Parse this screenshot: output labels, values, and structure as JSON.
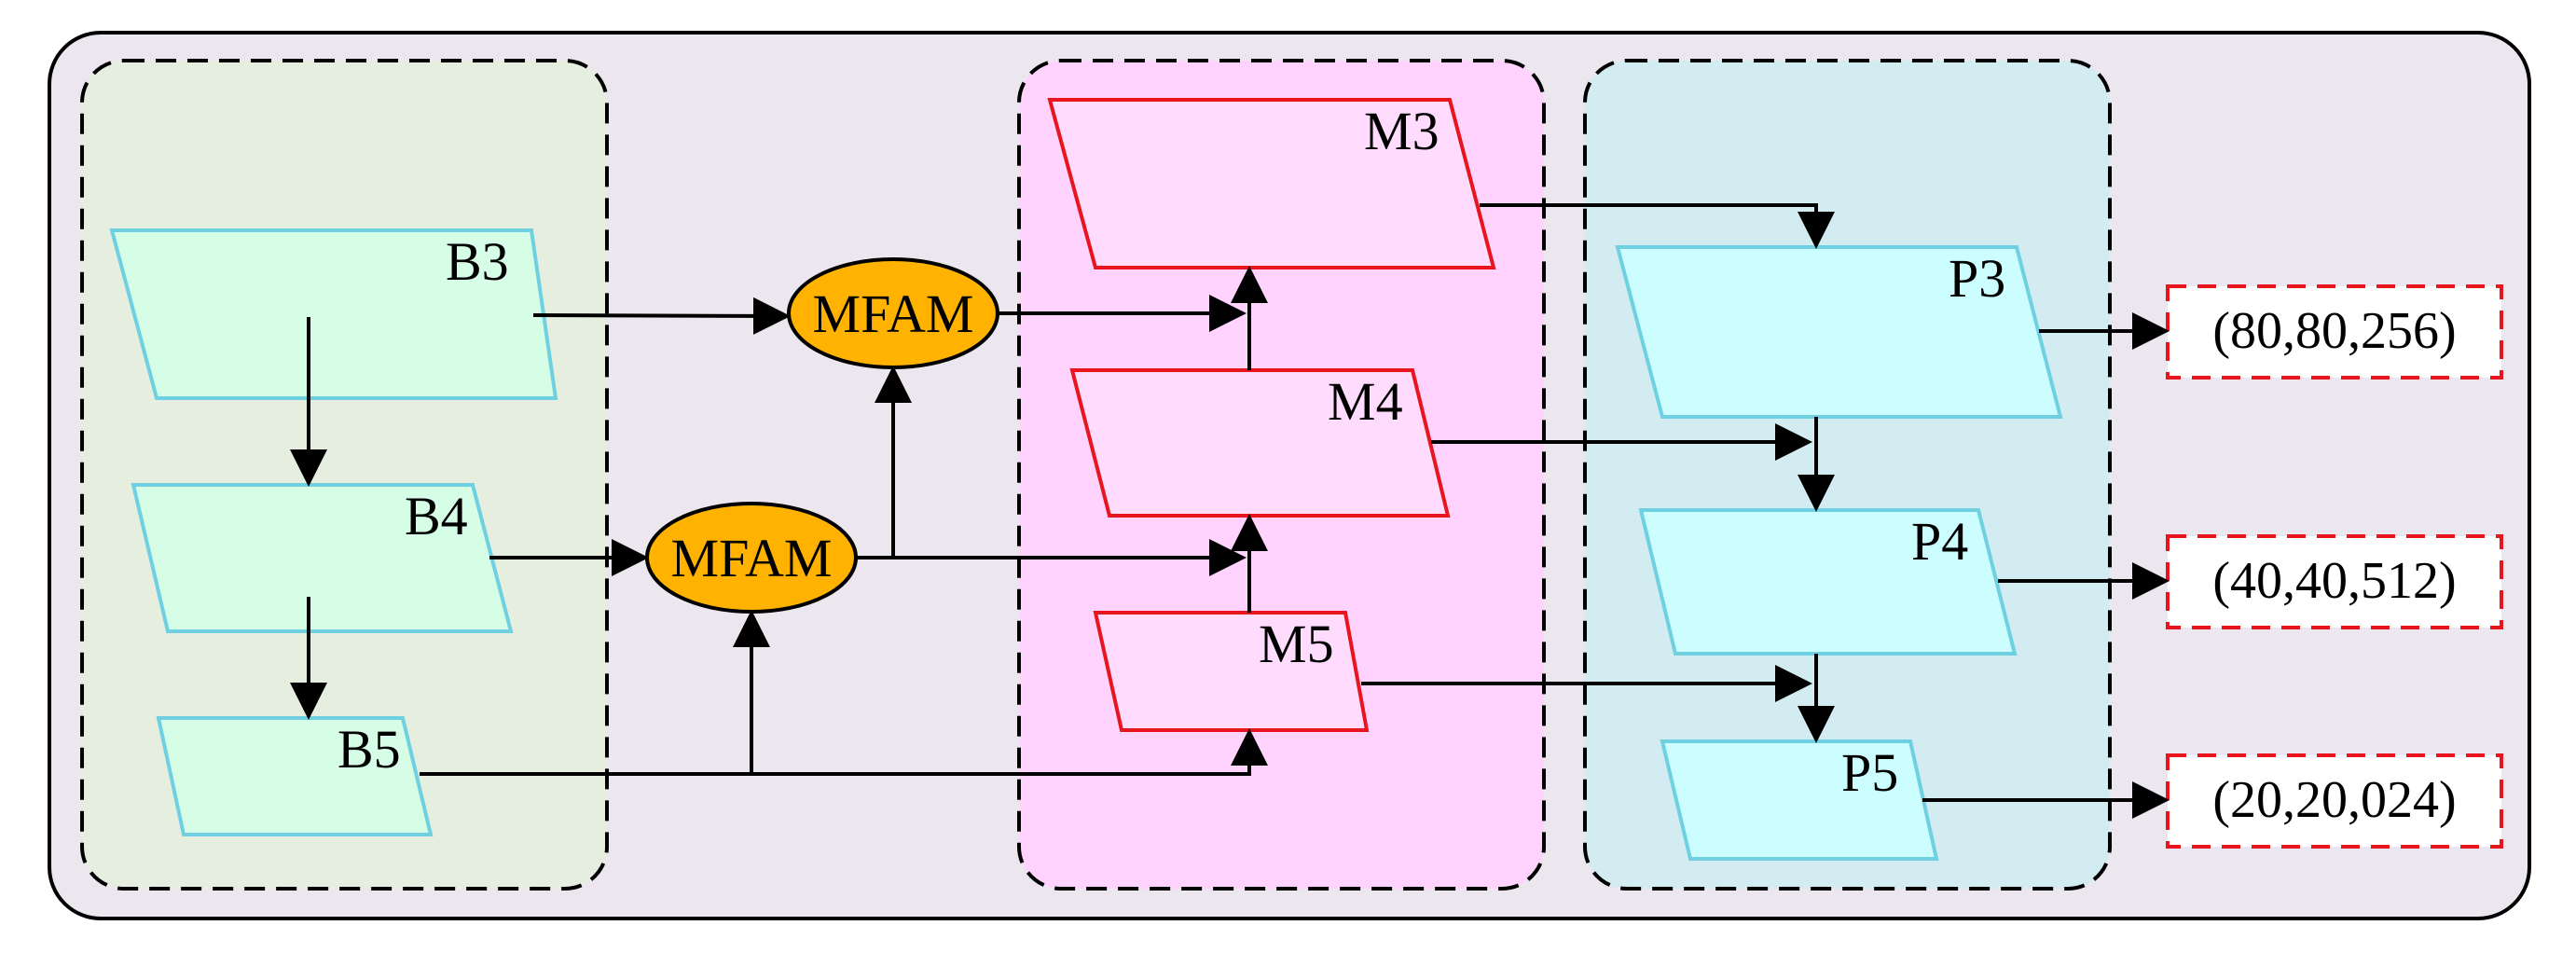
{
  "colors": {
    "outer_bg": "#ece6ee",
    "backbone_group_bg": "#e6efdf",
    "middle_group_bg": "#ffd3fd",
    "output_group_bg": "#d2ecf1",
    "b_node_fill": "#d6fde6",
    "b_node_stroke": "#6fd0e2",
    "m_node_fill": "#ffdcfe",
    "m_node_stroke": "#e8141e",
    "p_node_fill": "#ccfdff",
    "p_node_stroke": "#6fd0e2",
    "mfam_fill": "#ffb300",
    "output_stroke": "#e8141e",
    "arrow": "#000000"
  },
  "nodes": {
    "b3": "B3",
    "b4": "B4",
    "b5": "B5",
    "m3": "M3",
    "m4": "M4",
    "m5": "M5",
    "p3": "P3",
    "p4": "P4",
    "p5": "P5",
    "mfam_top": "MFAM",
    "mfam_bottom": "MFAM"
  },
  "outputs": {
    "out3": "(80,80,256)",
    "out4": "(40,40,512)",
    "out5": "(20,20,024)"
  }
}
